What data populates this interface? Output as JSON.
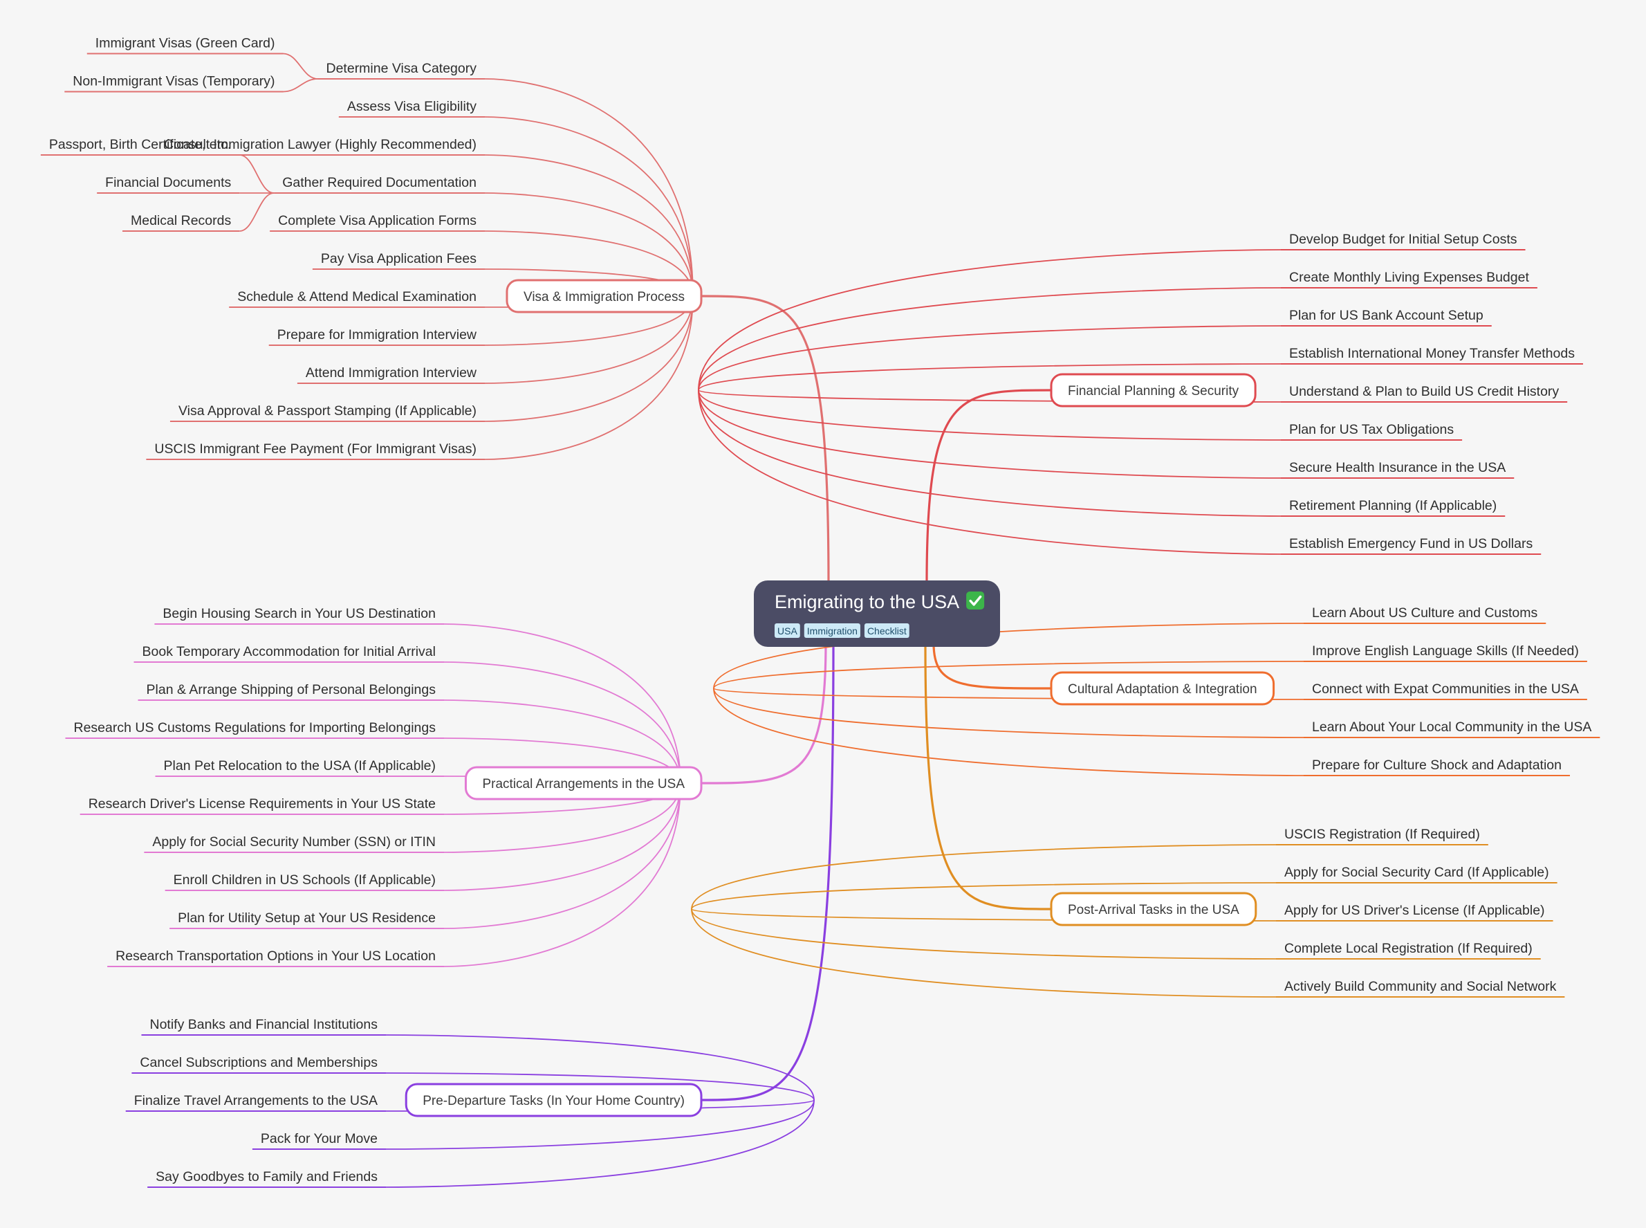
{
  "root": {
    "title": "Emigrating to the USA",
    "icon": "check-mark-icon",
    "tags": [
      "USA",
      "Immigration",
      "Checklist"
    ],
    "fill": "#4b4c65",
    "tag_fill": "#cdeaf7"
  },
  "branches": [
    {
      "label": "Visa & Immigration Process",
      "color": "#e07070",
      "side": "left",
      "children": [
        {
          "label": "Determine Visa Category",
          "children": [
            "Immigrant Visas (Green Card)",
            "Non-Immigrant Visas (Temporary)"
          ]
        },
        {
          "label": "Assess Visa Eligibility"
        },
        {
          "label": "Consult Immigration Lawyer (Highly Recommended)"
        },
        {
          "label": "Gather Required Documentation",
          "children": [
            "Passport, Birth Certificate, etc.",
            "Financial Documents",
            "Medical Records"
          ]
        },
        {
          "label": "Complete Visa Application Forms"
        },
        {
          "label": "Pay Visa Application Fees"
        },
        {
          "label": "Schedule & Attend Medical Examination"
        },
        {
          "label": "Prepare for Immigration Interview"
        },
        {
          "label": "Attend Immigration Interview"
        },
        {
          "label": "Visa Approval & Passport Stamping (If Applicable)"
        },
        {
          "label": "USCIS Immigrant Fee Payment (For Immigrant Visas)"
        }
      ]
    },
    {
      "label": "Practical Arrangements in the USA",
      "color": "#e27ad3",
      "side": "left",
      "children": [
        {
          "label": "Begin Housing Search in Your US Destination"
        },
        {
          "label": "Book Temporary Accommodation for Initial Arrival"
        },
        {
          "label": "Plan & Arrange Shipping of Personal Belongings"
        },
        {
          "label": "Research US Customs Regulations for Importing Belongings"
        },
        {
          "label": "Plan Pet Relocation to the USA (If Applicable)"
        },
        {
          "label": "Research Driver's License Requirements in Your US State"
        },
        {
          "label": "Apply for Social Security Number (SSN) or ITIN"
        },
        {
          "label": "Enroll Children in US Schools (If Applicable)"
        },
        {
          "label": "Plan for Utility Setup at Your US Residence"
        },
        {
          "label": "Research Transportation Options in Your US Location"
        }
      ]
    },
    {
      "label": "Pre-Departure Tasks (In Your Home Country)",
      "color": "#8a3fe0",
      "side": "left",
      "children": [
        {
          "label": "Notify Banks and Financial Institutions"
        },
        {
          "label": "Cancel Subscriptions and Memberships"
        },
        {
          "label": "Finalize Travel Arrangements to the USA"
        },
        {
          "label": "Pack for Your Move"
        },
        {
          "label": "Say Goodbyes to Family and Friends"
        }
      ]
    },
    {
      "label": "Financial Planning & Security",
      "color": "#df4a50",
      "side": "right",
      "children": [
        {
          "label": "Develop Budget for Initial Setup Costs"
        },
        {
          "label": "Create Monthly Living Expenses Budget"
        },
        {
          "label": "Plan for US Bank Account Setup"
        },
        {
          "label": "Establish International Money Transfer Methods"
        },
        {
          "label": "Understand & Plan to Build US Credit History"
        },
        {
          "label": "Plan for US Tax Obligations"
        },
        {
          "label": "Secure Health Insurance in the USA"
        },
        {
          "label": "Retirement Planning (If Applicable)"
        },
        {
          "label": "Establish Emergency Fund in US Dollars"
        }
      ]
    },
    {
      "label": "Cultural Adaptation & Integration",
      "color": "#ef6d2e",
      "side": "right",
      "children": [
        {
          "label": "Learn About US Culture and Customs"
        },
        {
          "label": "Improve English Language Skills (If Needed)"
        },
        {
          "label": "Connect with Expat Communities in the USA"
        },
        {
          "label": "Learn About Your Local Community in the USA"
        },
        {
          "label": "Prepare for Culture Shock and Adaptation"
        }
      ]
    },
    {
      "label": "Post-Arrival Tasks in the USA",
      "color": "#e08e22",
      "side": "right",
      "children": [
        {
          "label": "USCIS Registration (If Required)"
        },
        {
          "label": "Apply for Social Security Card (If Applicable)"
        },
        {
          "label": "Apply for US Driver's License (If Applicable)"
        },
        {
          "label": "Complete Local Registration (If Required)"
        },
        {
          "label": "Actively Build Community and Social Network"
        }
      ]
    }
  ]
}
